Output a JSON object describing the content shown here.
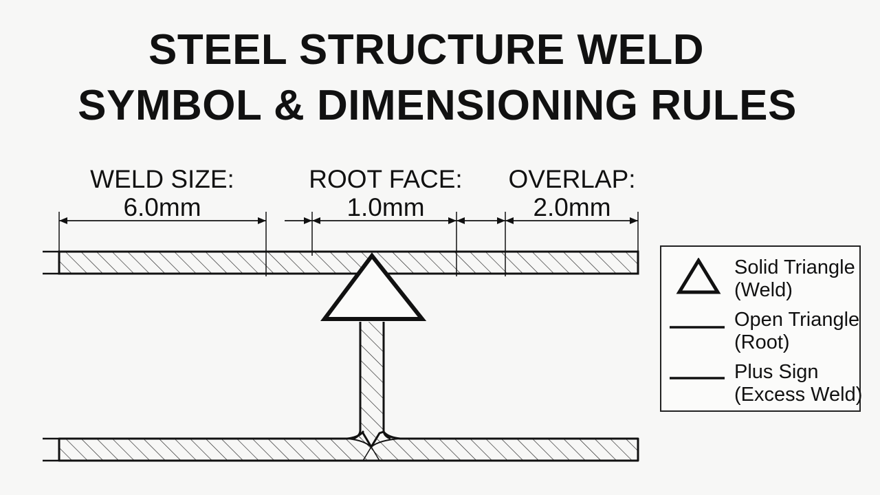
{
  "title": {
    "line1": "STEEL STRUCTURE WELD",
    "line2": "SYMBOL & DIMENSIONING RULES"
  },
  "dimensions": [
    {
      "label": "WELD SIZE:",
      "value": "6.0mm"
    },
    {
      "label": "ROOT FACE:",
      "value": "1.0mm"
    },
    {
      "label": "OVERLAP:",
      "value": "2.0mm"
    }
  ],
  "legend": {
    "items": [
      {
        "icon": "open-triangle-icon",
        "line1": "Solid Triangle",
        "line2": "(Weld)"
      },
      {
        "icon": "line-icon",
        "line1": "Open Triangle",
        "line2": "(Root)"
      },
      {
        "icon": "line-icon",
        "line1": "Plus Sign",
        "line2": "(Excess Weld)"
      }
    ]
  },
  "colors": {
    "ink": "#111111",
    "background": "#f7f7f6"
  }
}
